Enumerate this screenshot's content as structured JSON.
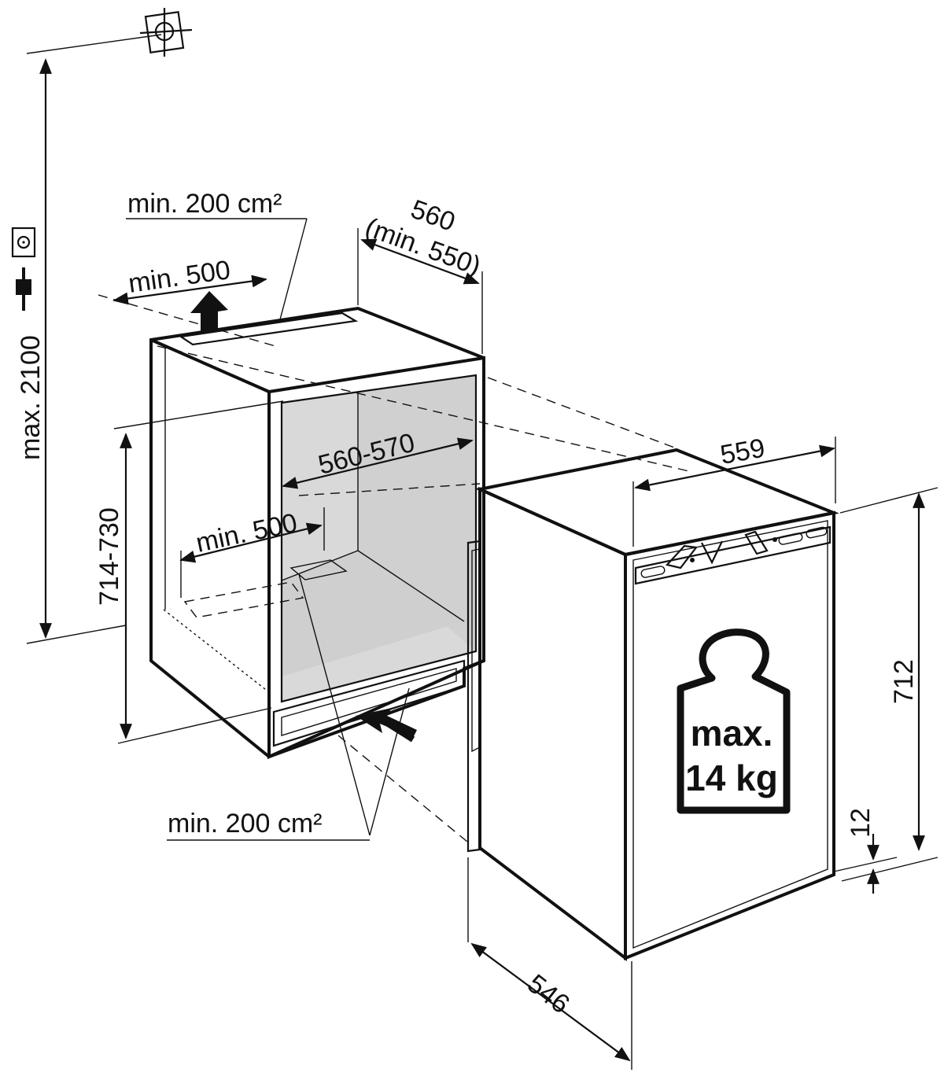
{
  "labels": {
    "vent_top_area": "min. 200 cm²",
    "vent_top_width": "min. 500",
    "niche_width_outer": "560",
    "niche_width_outer_min": "(min. 550)",
    "niche_depth": "560-570",
    "vent_bottom_width": "min. 500",
    "niche_height": "714-730",
    "max_height": "max. 2100",
    "vent_bottom_area": "min. 200 cm²",
    "appliance_width": "559",
    "appliance_height": "712",
    "plinth_gap": "12",
    "appliance_depth": "546",
    "weight_line1": "max.",
    "weight_line2": "14 kg"
  },
  "icons": [
    "crosshair-icon",
    "socket-icon",
    "plug-icon",
    "arrow-up-icon",
    "arrow-in-icon",
    "weight-icon"
  ],
  "colors": {
    "ink": "#111111",
    "niche_interior": "#d9d9d9",
    "background": "#ffffff"
  }
}
